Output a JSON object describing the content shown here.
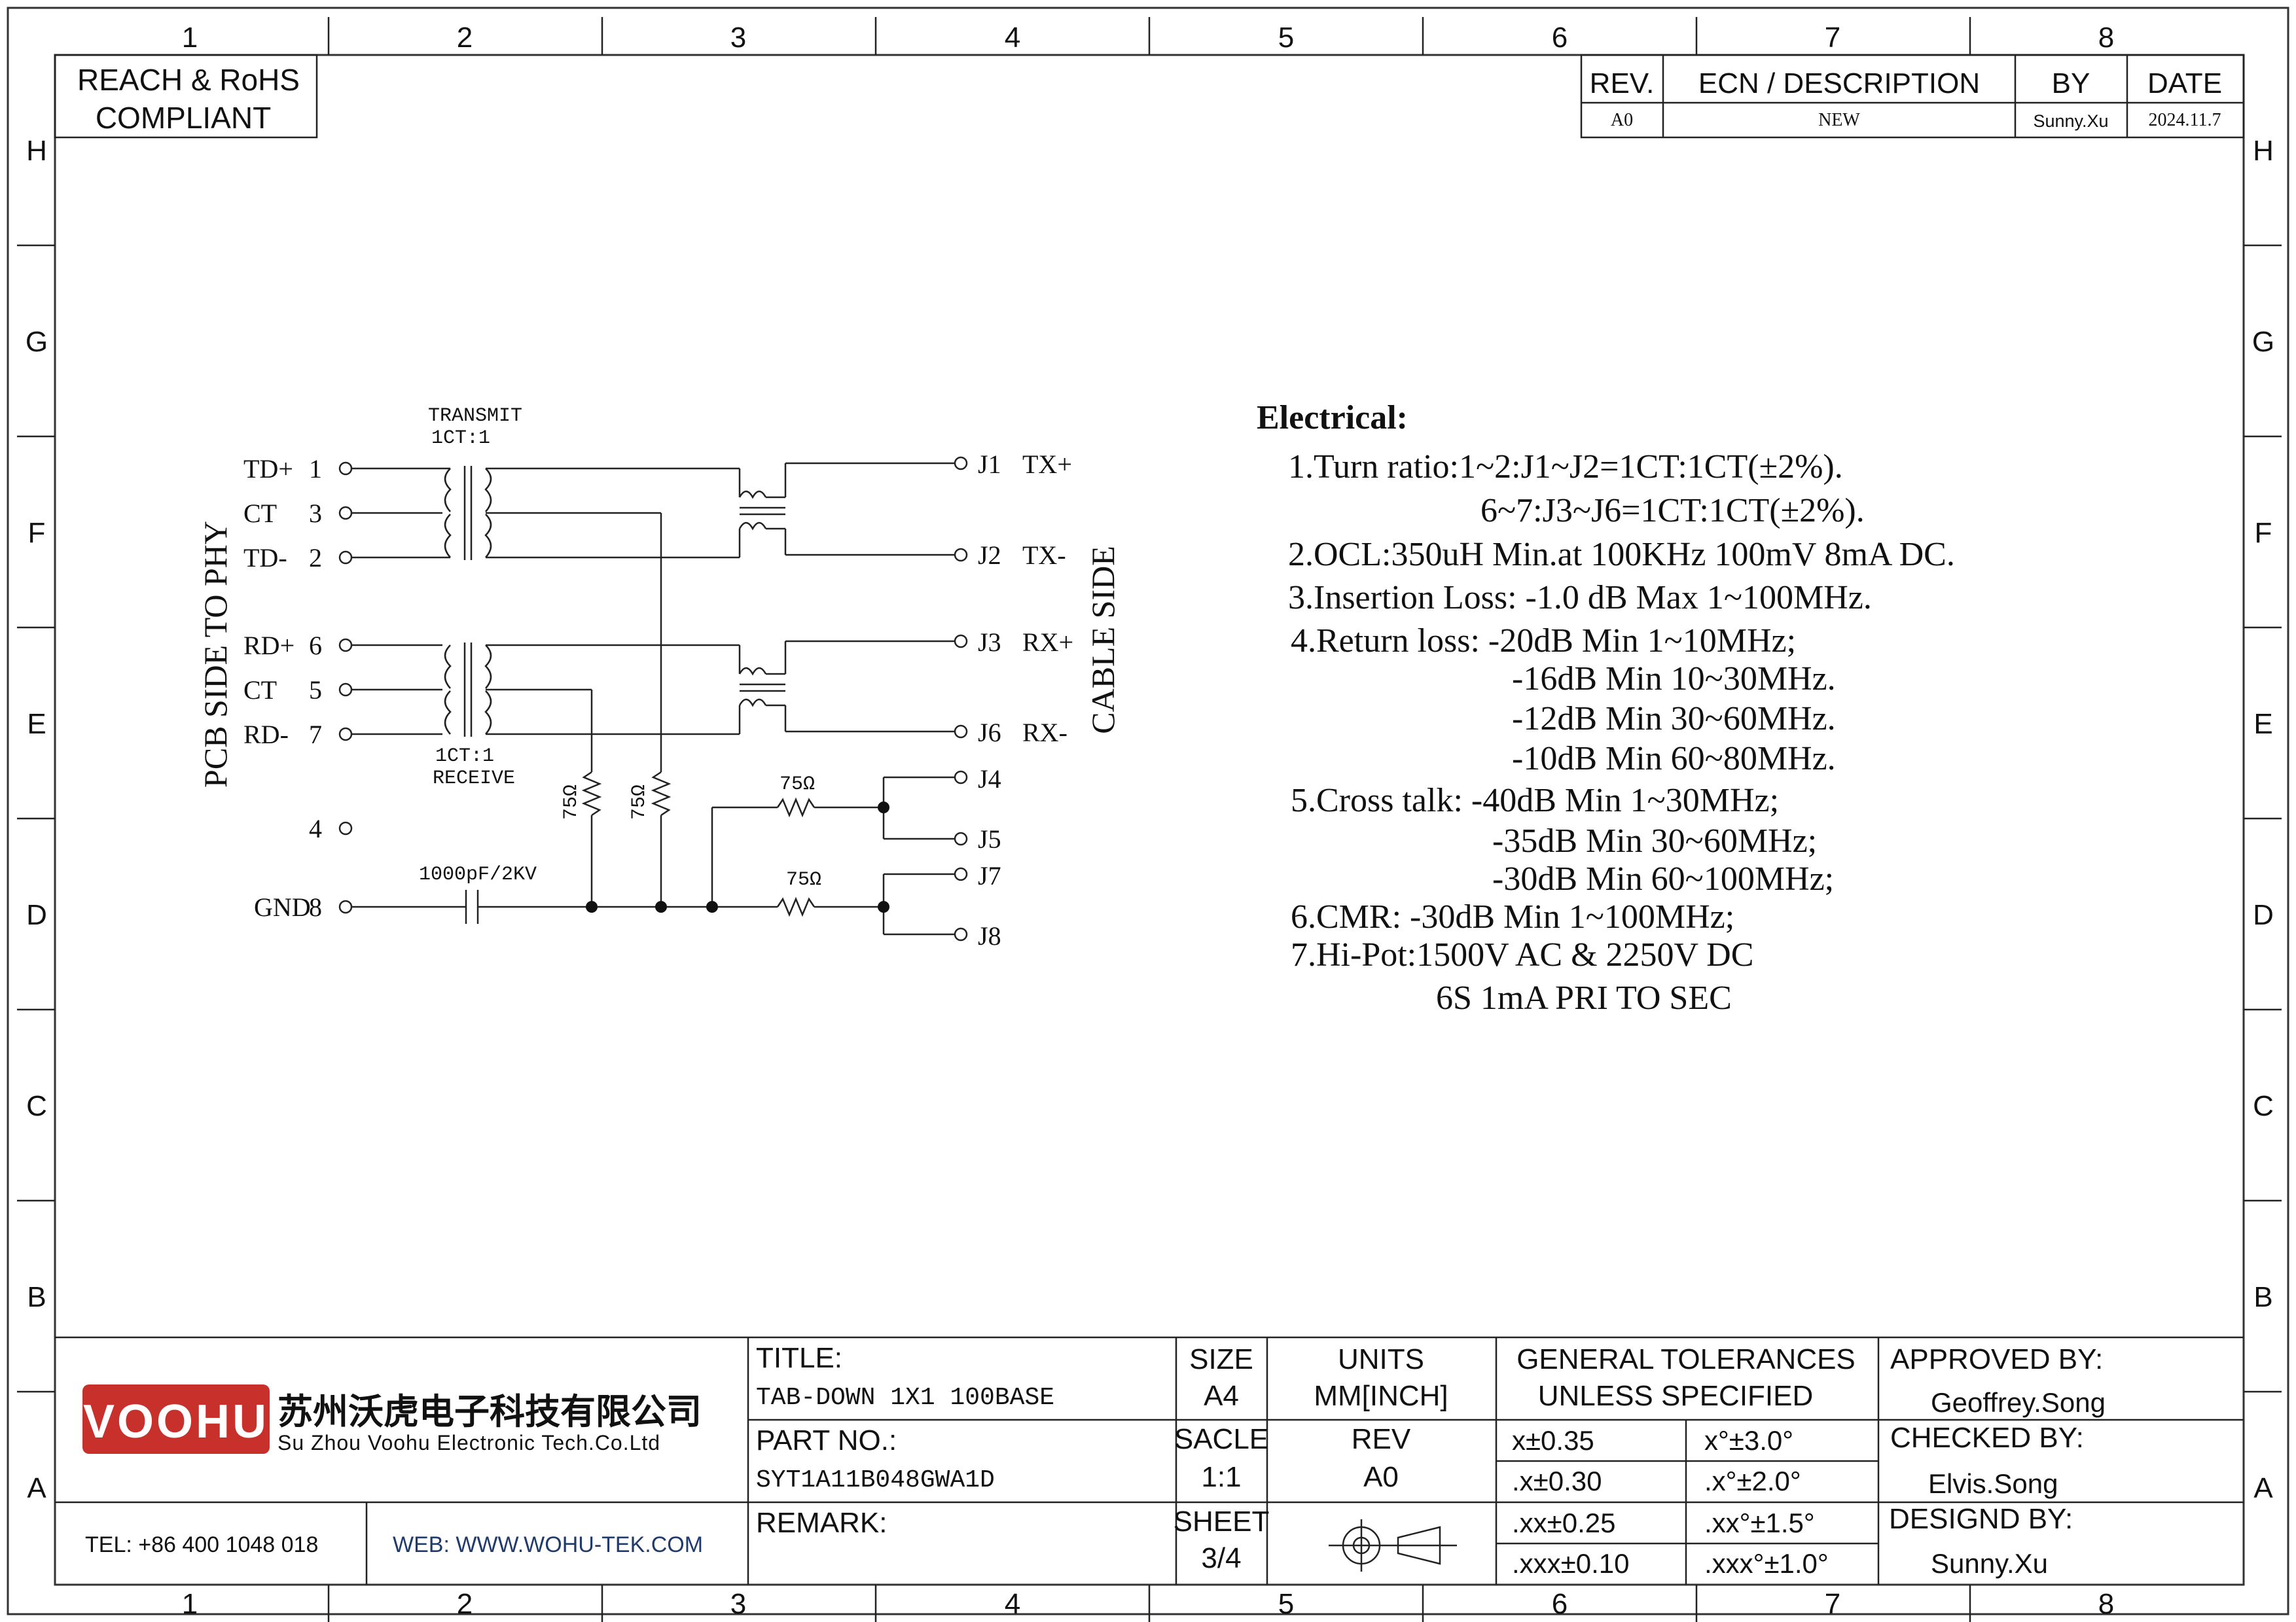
{
  "grid": {
    "columns": [
      "1",
      "2",
      "3",
      "4",
      "5",
      "6",
      "7",
      "8"
    ],
    "rows": [
      "H",
      "G",
      "F",
      "E",
      "D",
      "C",
      "B",
      "A"
    ]
  },
  "compliance": {
    "line1": "REACH & RoHS",
    "line2": "COMPLIANT"
  },
  "revision_table": {
    "headers": {
      "rev": "REV.",
      "ecn": "ECN / DESCRIPTION",
      "by": "BY",
      "date": "DATE"
    },
    "row": {
      "rev": "A0",
      "ecn": "NEW",
      "by": "Sunny.Xu",
      "date": "2024.11.7"
    }
  },
  "schematic": {
    "side_pcb": "PCB SIDE TO PHY",
    "side_cable": "CABLE SIDE",
    "transmit_label": "TRANSMIT",
    "transmit_ratio": "1CT:1",
    "receive_ratio": "1CT:1",
    "receive_label": "RECEIVE",
    "left_pins": [
      {
        "name": "TD+",
        "num": "1"
      },
      {
        "name": "CT",
        "num": "3"
      },
      {
        "name": "TD-",
        "num": "2"
      },
      {
        "name": "RD+",
        "num": "6"
      },
      {
        "name": "CT",
        "num": "5"
      },
      {
        "name": "RD-",
        "num": "7"
      },
      {
        "name": "",
        "num": "4"
      },
      {
        "name": "GND",
        "num": "8"
      }
    ],
    "right_pins": [
      {
        "name": "J1",
        "signal": "TX+"
      },
      {
        "name": "J2",
        "signal": "TX-"
      },
      {
        "name": "J3",
        "signal": "RX+"
      },
      {
        "name": "J6",
        "signal": "RX-"
      },
      {
        "name": "J4",
        "signal": ""
      },
      {
        "name": "J5",
        "signal": ""
      },
      {
        "name": "J7",
        "signal": ""
      },
      {
        "name": "J8",
        "signal": ""
      }
    ],
    "resistor_value": "75Ω",
    "capacitor_value": "1000pF/2KV"
  },
  "electrical": {
    "heading": "Electrical:",
    "lines": [
      "1.Turn ratio:1~2:J1~J2=1CT:1CT(±2%).",
      "6~7:J3~J6=1CT:1CT(±2%).",
      "2.OCL:350uH Min.at 100KHz 100mV 8mA DC.",
      "3.Insertion Loss: -1.0 dB Max 1~100MHz.",
      "4.Return loss: -20dB Min 1~10MHz;",
      "-16dB Min 10~30MHz.",
      "-12dB Min 30~60MHz.",
      "-10dB Min 60~80MHz.",
      "5.Cross talk: -40dB Min 1~30MHz;",
      "-35dB Min 30~60MHz;",
      "-30dB Min 60~100MHz;",
      "6.CMR: -30dB Min 1~100MHz;",
      "7.Hi-Pot:1500V AC & 2250V DC",
      "6S 1mA PRI TO SEC"
    ]
  },
  "title_block": {
    "logo_text": "VOOHU",
    "company_cn": "苏州沃虎电子科技有限公司",
    "company_en": "Su Zhou Voohu Electronic Tech.Co.Ltd",
    "tel": "TEL: +86 400 1048 018",
    "web": "WEB: WWW.WOHU-TEK.COM",
    "title_label": "TITLE:",
    "title_value": "TAB-DOWN 1X1 100BASE",
    "part_label": "PART NO.:",
    "part_value": "SYT1A11B048GWA1D",
    "remark_label": "REMARK:",
    "size_label": "SIZE",
    "size_value": "A4",
    "units_label": "UNITS",
    "units_value": "MM[INCH]",
    "scale_label": "SACLE",
    "scale_value": "1:1",
    "rev_label": "REV",
    "rev_value": "A0",
    "sheet_label": "SHEET",
    "sheet_value": "3/4",
    "tolerance_label_1": "GENERAL TOLERANCES",
    "tolerance_label_2": "UNLESS SPECIFIED",
    "tolerances": [
      [
        "x±0.35",
        "x°±3.0°"
      ],
      [
        ".x±0.30",
        ".x°±2.0°"
      ],
      [
        ".xx±0.25",
        ".xx°±1.5°"
      ],
      [
        ".xxx±0.10",
        ".xxx°±1.0°"
      ]
    ],
    "approved_label": "APPROVED BY:",
    "approved_value": "Geoffrey.Song",
    "checked_label": "CHECKED BY:",
    "checked_value": "Elvis.Song",
    "designed_label": "DESIGND BY:",
    "designed_value": "Sunny.Xu"
  }
}
